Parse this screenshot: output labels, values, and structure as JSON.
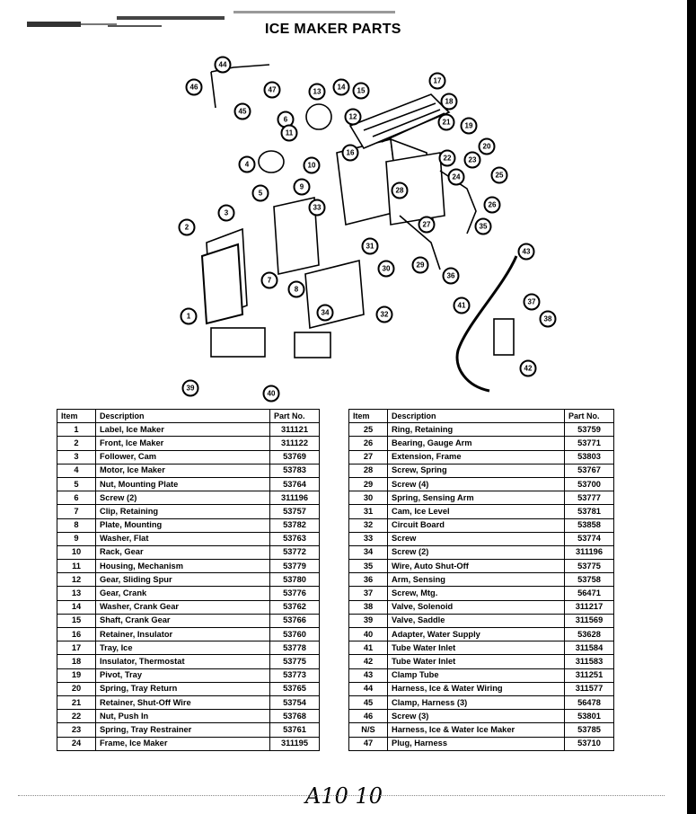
{
  "title": "ICE MAKER PARTS",
  "signature": "A10 10",
  "headers": {
    "item": "Item",
    "description": "Description",
    "part": "Part No."
  },
  "left_rows": [
    {
      "item": "1",
      "desc": "Label, Ice Maker",
      "part": "311121"
    },
    {
      "item": "2",
      "desc": "Front, Ice Maker",
      "part": "311122"
    },
    {
      "item": "3",
      "desc": "Follower, Cam",
      "part": "53769"
    },
    {
      "item": "4",
      "desc": "Motor, Ice Maker",
      "part": "53783"
    },
    {
      "item": "5",
      "desc": "Nut, Mounting Plate",
      "part": "53764"
    },
    {
      "item": "6",
      "desc": "Screw (2)",
      "part": "311196"
    },
    {
      "item": "7",
      "desc": "Clip, Retaining",
      "part": "53757"
    },
    {
      "item": "8",
      "desc": "Plate, Mounting",
      "part": "53782"
    },
    {
      "item": "9",
      "desc": "Washer, Flat",
      "part": "53763"
    },
    {
      "item": "10",
      "desc": "Rack, Gear",
      "part": "53772"
    },
    {
      "item": "11",
      "desc": "Housing, Mechanism",
      "part": "53779"
    },
    {
      "item": "12",
      "desc": "Gear, Sliding Spur",
      "part": "53780"
    },
    {
      "item": "13",
      "desc": "Gear, Crank",
      "part": "53776"
    },
    {
      "item": "14",
      "desc": "Washer, Crank Gear",
      "part": "53762"
    },
    {
      "item": "15",
      "desc": "Shaft, Crank Gear",
      "part": "53766"
    },
    {
      "item": "16",
      "desc": "Retainer, Insulator",
      "part": "53760"
    },
    {
      "item": "17",
      "desc": "Tray, Ice",
      "part": "53778"
    },
    {
      "item": "18",
      "desc": "Insulator, Thermostat",
      "part": "53775"
    },
    {
      "item": "19",
      "desc": "Pivot, Tray",
      "part": "53773"
    },
    {
      "item": "20",
      "desc": "Spring, Tray Return",
      "part": "53765"
    },
    {
      "item": "21",
      "desc": "Retainer, Shut-Off Wire",
      "part": "53754"
    },
    {
      "item": "22",
      "desc": "Nut, Push In",
      "part": "53768"
    },
    {
      "item": "23",
      "desc": "Spring, Tray Restrainer",
      "part": "53761"
    },
    {
      "item": "24",
      "desc": "Frame, Ice Maker",
      "part": "311195"
    }
  ],
  "right_rows": [
    {
      "item": "25",
      "desc": "Ring, Retaining",
      "part": "53759"
    },
    {
      "item": "26",
      "desc": "Bearing, Gauge Arm",
      "part": "53771"
    },
    {
      "item": "27",
      "desc": "Extension, Frame",
      "part": "53803"
    },
    {
      "item": "28",
      "desc": "Screw, Spring",
      "part": "53767"
    },
    {
      "item": "29",
      "desc": "Screw (4)",
      "part": "53700"
    },
    {
      "item": "30",
      "desc": "Spring, Sensing Arm",
      "part": "53777"
    },
    {
      "item": "31",
      "desc": "Cam, Ice Level",
      "part": "53781"
    },
    {
      "item": "32",
      "desc": "Circuit Board",
      "part": "53858"
    },
    {
      "item": "33",
      "desc": "Screw",
      "part": "53774"
    },
    {
      "item": "34",
      "desc": "Screw (2)",
      "part": "311196"
    },
    {
      "item": "35",
      "desc": "Wire, Auto Shut-Off",
      "part": "53775"
    },
    {
      "item": "36",
      "desc": "Arm, Sensing",
      "part": "53758"
    },
    {
      "item": "37",
      "desc": "Screw, Mtg.",
      "part": "56471"
    },
    {
      "item": "38",
      "desc": "Valve, Solenoid",
      "part": "311217"
    },
    {
      "item": "39",
      "desc": "Valve, Saddle",
      "part": "311569"
    },
    {
      "item": "40",
      "desc": "Adapter, Water Supply",
      "part": "53628"
    },
    {
      "item": "41",
      "desc": "Tube Water Inlet",
      "part": "311584"
    },
    {
      "item": "42",
      "desc": "Tube Water Inlet",
      "part": "311583"
    },
    {
      "item": "43",
      "desc": "Clamp Tube",
      "part": "311251"
    },
    {
      "item": "44",
      "desc": "Harness, Ice & Water Wiring",
      "part": "311577"
    },
    {
      "item": "45",
      "desc": "Clamp, Harness (3)",
      "part": "56478"
    },
    {
      "item": "46",
      "desc": "Screw (3)",
      "part": "53801"
    },
    {
      "item": "N/S",
      "desc": "Harness, Ice & Water Ice Maker",
      "part": "53785"
    },
    {
      "item": "47",
      "desc": "Plug, Harness",
      "part": "53710"
    }
  ],
  "callouts": [
    "1",
    "2",
    "3",
    "4",
    "5",
    "6",
    "7",
    "8",
    "9",
    "10",
    "11",
    "12",
    "13",
    "14",
    "15",
    "16",
    "17",
    "18",
    "19",
    "20",
    "21",
    "22",
    "23",
    "24",
    "25",
    "26",
    "27",
    "28",
    "29",
    "30",
    "31",
    "32",
    "33",
    "34",
    "35",
    "36",
    "37",
    "38",
    "39",
    "40",
    "41",
    "42",
    "43",
    "44",
    "45",
    "46",
    "47"
  ]
}
